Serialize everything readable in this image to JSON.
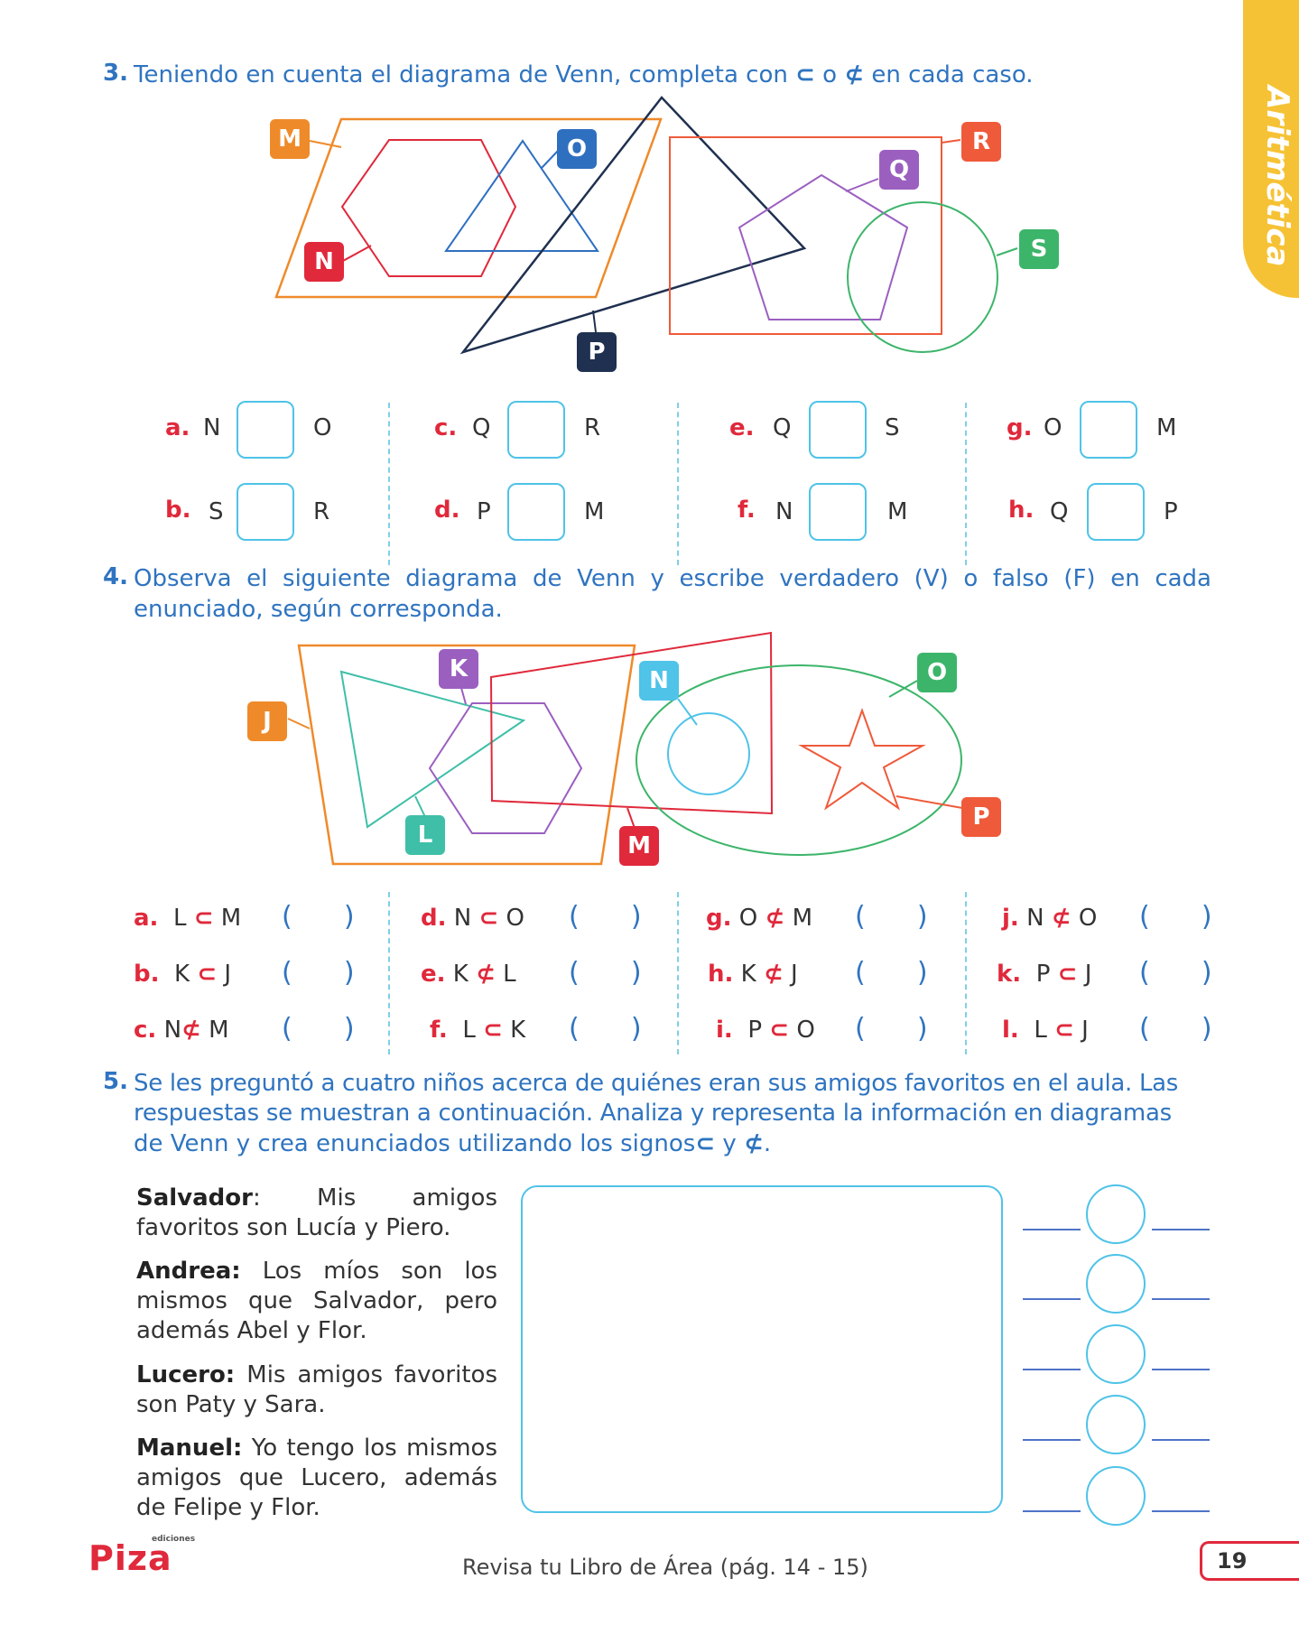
{
  "side_tab": "Aritmética",
  "q3": {
    "number": "3.",
    "text": "Teniendo en cuenta el diagrama de Venn, completa con",
    "sym1": "⊂",
    "mid": "o",
    "sym2": "⊄",
    "tail": "en cada caso.",
    "sets": {
      "M": "M",
      "O": "O",
      "N": "N",
      "R": "R",
      "Q": "Q",
      "S": "S",
      "P": "P"
    },
    "items": [
      {
        "label": "a.",
        "left": "N",
        "right": "O"
      },
      {
        "label": "b.",
        "left": "S",
        "right": "R"
      },
      {
        "label": "c.",
        "left": "Q",
        "right": "R"
      },
      {
        "label": "d.",
        "left": "P",
        "right": "M"
      },
      {
        "label": "e.",
        "left": "Q",
        "right": "S"
      },
      {
        "label": "f.",
        "left": "N",
        "right": "M"
      },
      {
        "label": "g.",
        "left": "O",
        "right": "M"
      },
      {
        "label": "h.",
        "left": "Q",
        "right": "P"
      }
    ]
  },
  "q4": {
    "number": "4.",
    "line1": "Observa el siguiente diagrama de Venn y escribe verdadero (V) o falso (F) en cada",
    "line2": "enunciado, según corresponda.",
    "sets": {
      "J": "J",
      "K": "K",
      "N": "N",
      "O": "O",
      "L": "L",
      "M": "M",
      "P": "P"
    },
    "items": [
      {
        "label": "a.",
        "a": "L",
        "s": "⊂",
        "b": "M"
      },
      {
        "label": "b.",
        "a": "K",
        "s": "⊂",
        "b": "J"
      },
      {
        "label": "c.",
        "a": "N",
        "s": "⊄",
        "b": "M"
      },
      {
        "label": "d.",
        "a": "N",
        "s": "⊂",
        "b": "O"
      },
      {
        "label": "e.",
        "a": "K",
        "s": "⊄",
        "b": "L"
      },
      {
        "label": "f.",
        "a": "L",
        "s": "⊂",
        "b": "K"
      },
      {
        "label": "g.",
        "a": "O",
        "s": "⊄",
        "b": "M"
      },
      {
        "label": "h.",
        "a": "K",
        "s": "⊄",
        "b": "J"
      },
      {
        "label": "i.",
        "a": "P",
        "s": "⊂",
        "b": "O"
      },
      {
        "label": "j.",
        "a": "N",
        "s": "⊄",
        "b": "O"
      },
      {
        "label": "k.",
        "a": "P",
        "s": "⊂",
        "b": "J"
      },
      {
        "label": "l.",
        "a": "L",
        "s": "⊂",
        "b": "J"
      }
    ]
  },
  "q5": {
    "number": "5.",
    "line1": "Se les preguntó a cuatro niños acerca de quiénes eran sus amigos favoritos en el aula. Las",
    "line2": "respuestas se muestran a continuación. Analiza y representa la información en diagramas",
    "line3": "de Venn y crea enunciados utilizando los signos",
    "sym1": "⊂",
    "y": "y",
    "sym2": "⊄",
    "dot": ".",
    "profiles": [
      {
        "name": "Salvador",
        "sep": ":",
        "text": " Mis amigos favoritos son Lucía y Piero."
      },
      {
        "name": "Andrea:",
        "sep": "",
        "text": " Los míos son los mismos que Salvador, pero además Abel y Flor."
      },
      {
        "name": "Lucero:",
        "sep": "",
        "text": " Mis amigos favoritos son Paty y Sara."
      },
      {
        "name": "Manuel:",
        "sep": "",
        "text": " Yo tengo los mismos amigos que Lucero, además de Felipe y Flor."
      }
    ]
  },
  "footer": {
    "text": "Revisa tu Libro de Área (pág. 14 - 15)",
    "page": "19",
    "logo_small": "ediciones",
    "logo": "Piza"
  }
}
